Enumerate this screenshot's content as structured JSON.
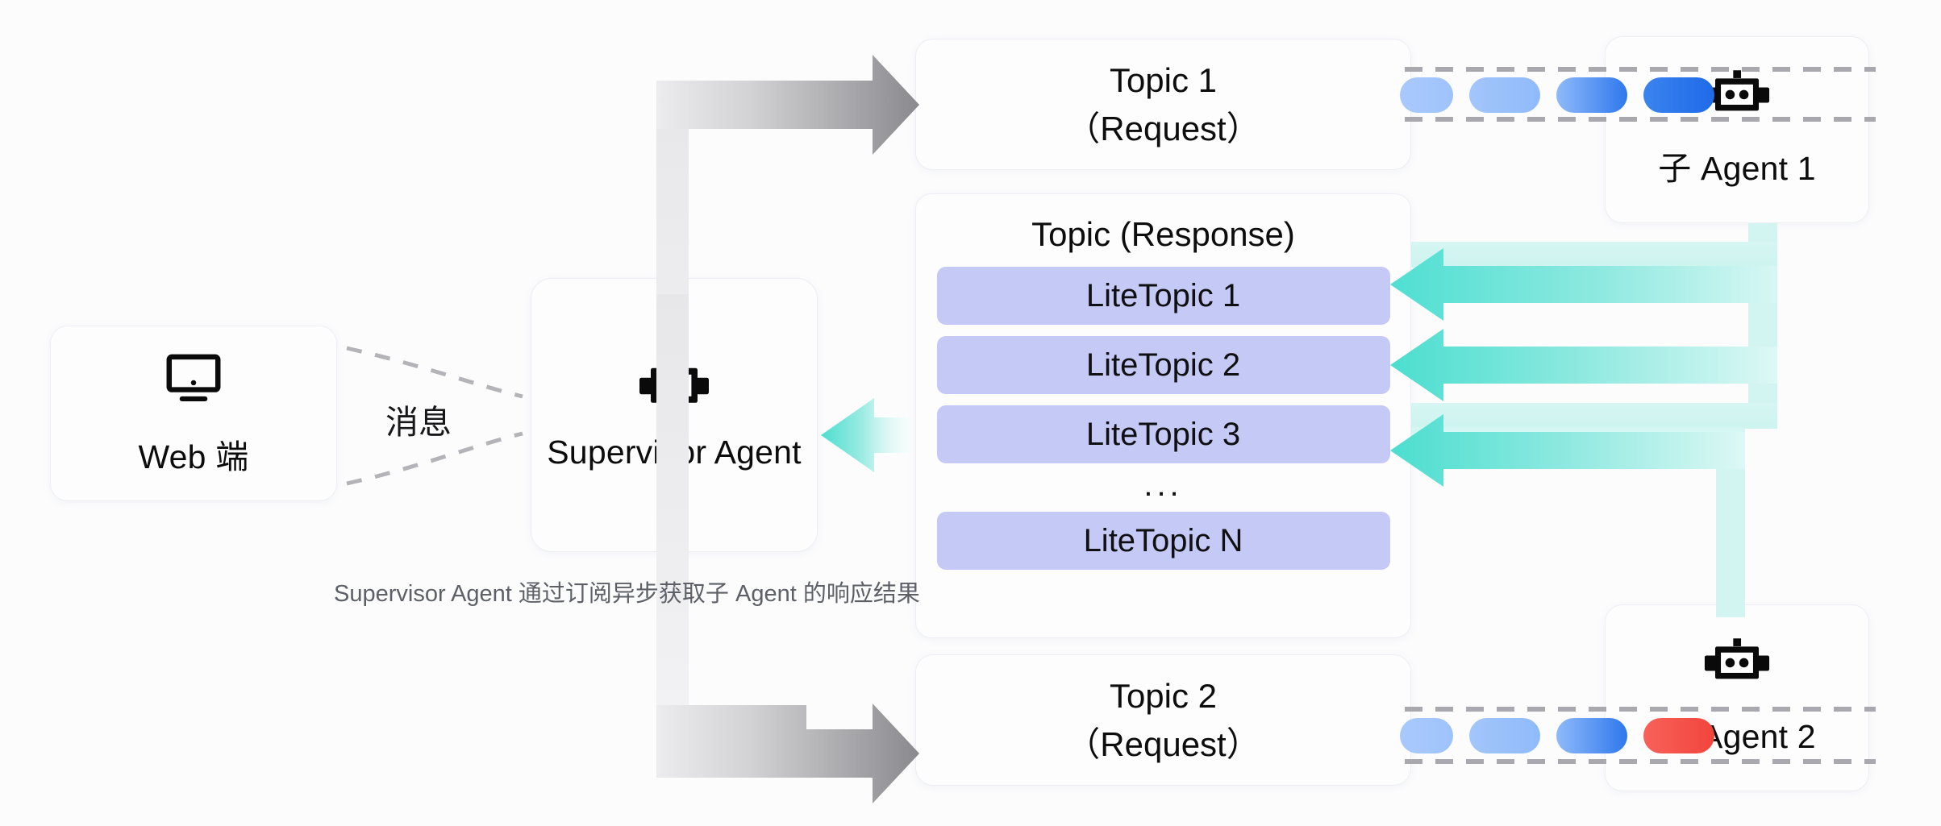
{
  "diagram": {
    "background": "#fcfcfd",
    "caption": "Supervisor Agent 通过订阅异步获取子 Agent 的响应结果",
    "message_label": "消息"
  },
  "nodes": {
    "web": {
      "label": "Web 端",
      "icon": "monitor-icon"
    },
    "supervisor": {
      "label": "Supervisor Agent",
      "icon": "robot-icon"
    },
    "agent1": {
      "label": "子 Agent 1",
      "icon": "robot-icon"
    },
    "agent2": {
      "label": "子 Agent 2",
      "icon": "robot-icon"
    }
  },
  "topics": {
    "topic1": {
      "line1": "Topic 1",
      "line2": "（Request）"
    },
    "topic2": {
      "line1": "Topic 2",
      "line2": "（Request）"
    },
    "response": {
      "title": "Topic (Response)",
      "ellipsis": "...",
      "items": [
        {
          "label": "LiteTopic 1"
        },
        {
          "label": "LiteTopic 2"
        },
        {
          "label": "LiteTopic 3"
        },
        {
          "label": "LiteTopic N"
        }
      ]
    }
  },
  "colors": {
    "card_bg": "#fdfdfe",
    "card_border": "#eceef3",
    "lite_topic_bg": "#c5c9f6",
    "arrow_gray_dark": "#8a8a8e",
    "arrow_gray_light": "#e9e9ec",
    "arrow_teal": "#4fdfd2",
    "pipe_dash": "#a8a8ae",
    "capsule_blue_light": "#a5c6fb",
    "capsule_blue_mid": "#8fb8fb",
    "capsule_blue_dark": "#2f78ec",
    "capsule_red": "#f6514a",
    "text_primary": "#0d0d0e",
    "text_caption": "#5d6066"
  },
  "pipes": {
    "top": {
      "capsules": [
        "#a5c6fb",
        "#9cc2fb",
        "#5f9bf3",
        "#2f78ec"
      ]
    },
    "bottom": {
      "capsules": [
        "#a5c6fb",
        "#9cc2fb",
        "#3f86ef",
        "#f6514a"
      ]
    }
  }
}
